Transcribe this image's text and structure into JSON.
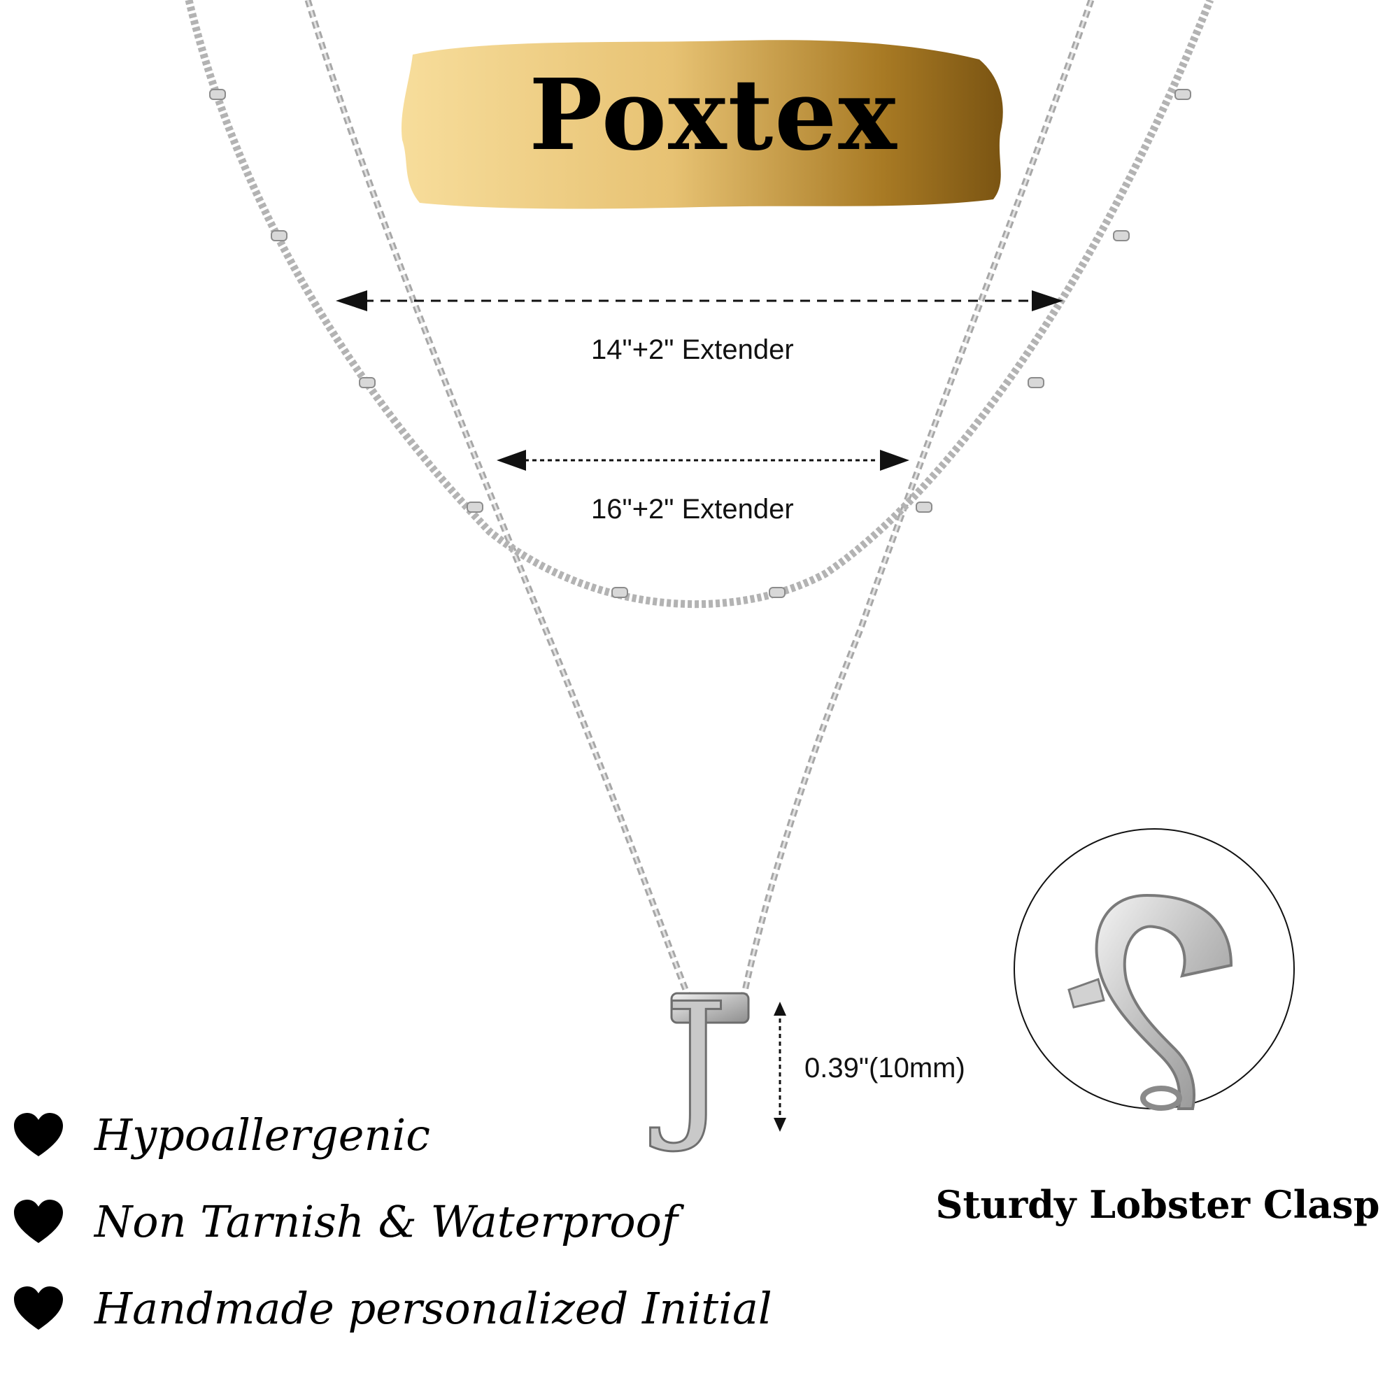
{
  "brand": {
    "name": "Poxtex"
  },
  "dimensions": {
    "outer_chain_label": "14\"+2\" Extender",
    "inner_chain_label": "16\"+2\" Extender",
    "pendant_size_label": "0.39\"(10mm)"
  },
  "pendant": {
    "initial": "J"
  },
  "features": [
    {
      "text": "Hypoallergenic",
      "icon": "heart-icon"
    },
    {
      "text": "Non Tarnish & Waterproof",
      "icon": "heart-icon"
    },
    {
      "text": "Handmade personalized Initial",
      "icon": "heart-icon"
    }
  ],
  "clasp": {
    "caption": "Sturdy Lobster Clasp"
  },
  "colors": {
    "brush_gold_light": "#f2d38a",
    "brush_gold_dark": "#8a6318",
    "silver": "#c9c9c9",
    "text": "#000000"
  }
}
